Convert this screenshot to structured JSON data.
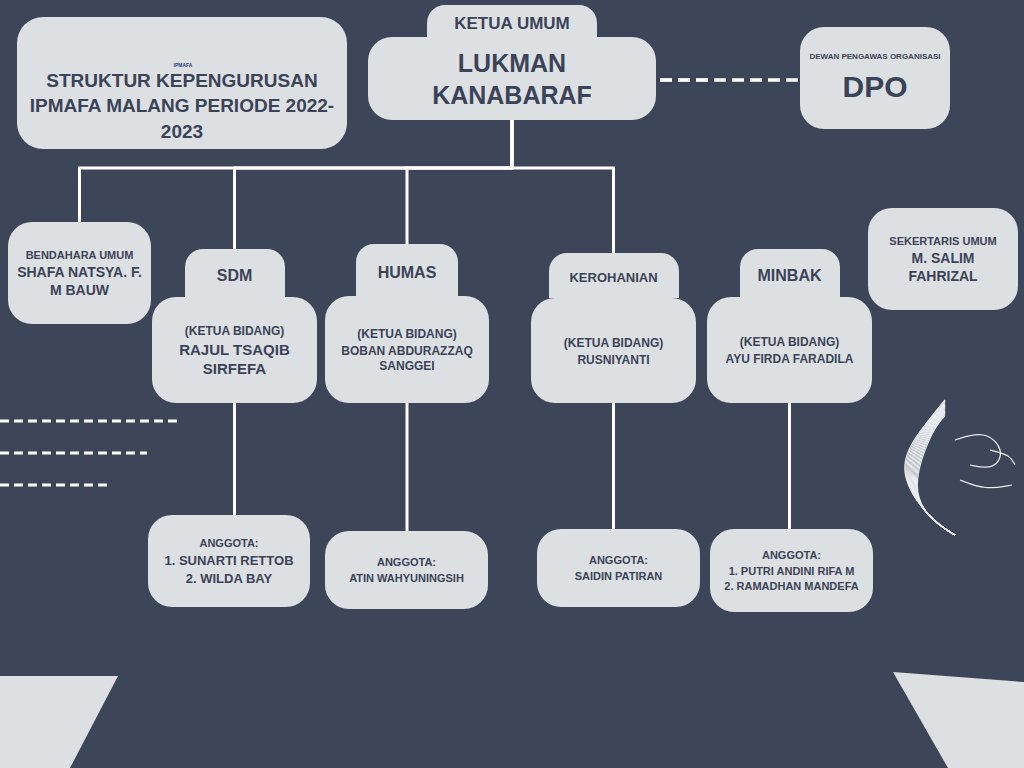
{
  "diagram": {
    "title": "STRUKTUR KEPENGURUSAN IPMAFA MALANG PERIODE 2022-2023",
    "nodes": [
      {
        "text": [
          "KETUA UMUM",
          "LUKMAN KANABARAF"
        ]
      },
      {
        "text": [
          "DEWAN PENGAWAS ORGANISASI",
          "DPO"
        ]
      },
      {
        "text": [
          "BENDAHARA UMUM",
          "SHAFA NATSYA. F. M BAUW"
        ]
      },
      {
        "text": [
          "SDM",
          "(KETUA BIDANG)",
          "RAJUL TSAQIB SIRFEFA"
        ]
      },
      {
        "text": [
          "ANGGOTA:",
          "1. SUNARTI RETTOB",
          "2. WILDA BAY"
        ]
      },
      {
        "text": [
          "HUMAS",
          "(KETUA BIDANG)",
          "BOBAN ABDURAZZAQ SANGGEI"
        ]
      },
      {
        "text": [
          "ANGGOTA:",
          "ATIN WAHYUNINGSIH"
        ]
      },
      {
        "text": [
          "KEROHANIAN",
          "(KETUA BIDANG)",
          "RUSNIYANTI"
        ]
      },
      {
        "text": [
          "ANGGOTA:",
          "SAIDIN PATIRAN"
        ]
      },
      {
        "text": [
          "MINBAK",
          "(KETUA BIDANG)",
          "AYU FIRDA FARADILA"
        ]
      },
      {
        "text": [
          "ANGGOTA:",
          "1. PUTRI ANDINI RIFA M",
          "2. RAMADHAN MANDEFA"
        ]
      },
      {
        "text": [
          "SEKERTARIS UMUM",
          "M. SALIM FAHRIZAL"
        ]
      }
    ],
    "edges": [
      {
        "from": 0,
        "to": 1,
        "arrow": "none"
      },
      {
        "from": 0,
        "to": 2,
        "arrow": "none"
      },
      {
        "from": 0,
        "to": 3,
        "arrow": "none"
      },
      {
        "from": 0,
        "to": 5,
        "arrow": "none"
      },
      {
        "from": 0,
        "to": 7,
        "arrow": "none"
      },
      {
        "from": 0,
        "to": 9,
        "arrow": "none"
      },
      {
        "from": 0,
        "to": 11,
        "arrow": "none"
      },
      {
        "from": 3,
        "to": 4,
        "arrow": "none"
      },
      {
        "from": 5,
        "to": 6,
        "arrow": "none"
      },
      {
        "from": 7,
        "to": 8,
        "arrow": "none"
      },
      {
        "from": 9,
        "to": 10,
        "arrow": "none"
      }
    ],
    "labels": [
      "IPMAFA"
    ]
  }
}
